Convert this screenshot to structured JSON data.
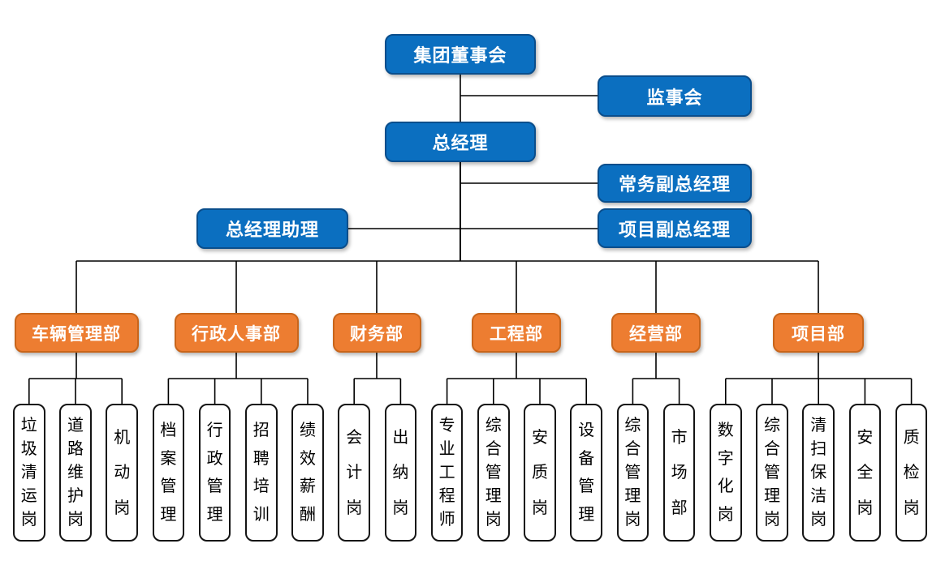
{
  "chart": {
    "type": "org-chart",
    "nodes": {
      "board": "集团董事会",
      "supervisory": "监事会",
      "general_manager": "总经理",
      "executive_deputy_gm": "常务副总经理",
      "gm_assistant": "总经理助理",
      "project_deputy_gm": "项目副总经理"
    },
    "departments": [
      {
        "label": "车辆管理部",
        "positions": [
          "垃圾清运岗",
          "道路维护岗",
          "机动岗"
        ]
      },
      {
        "label": "行政人事部",
        "positions": [
          "档案管理",
          "行政管理",
          "招聘培训",
          "绩效薪酬"
        ]
      },
      {
        "label": "财务部",
        "positions": [
          "会计岗",
          "出纳岗"
        ]
      },
      {
        "label": "工程部",
        "positions": [
          "专业工程师",
          "综合管理岗",
          "安质岗",
          "设备管理"
        ]
      },
      {
        "label": "经营部",
        "positions": [
          "综合管理岗",
          "市场部"
        ]
      },
      {
        "label": "项目部",
        "positions": [
          "数字化岗",
          "综合管理岗",
          "清扫保洁岗",
          "安全岗",
          "质检岗"
        ]
      }
    ],
    "colors": {
      "executive_fill": "#0b6fc0",
      "executive_border": "#0a4e8c",
      "department_fill": "#ed7d31",
      "department_border": "#c8651b",
      "position_fill": "#ffffff",
      "position_border": "#141414",
      "connector": "#000000"
    }
  }
}
